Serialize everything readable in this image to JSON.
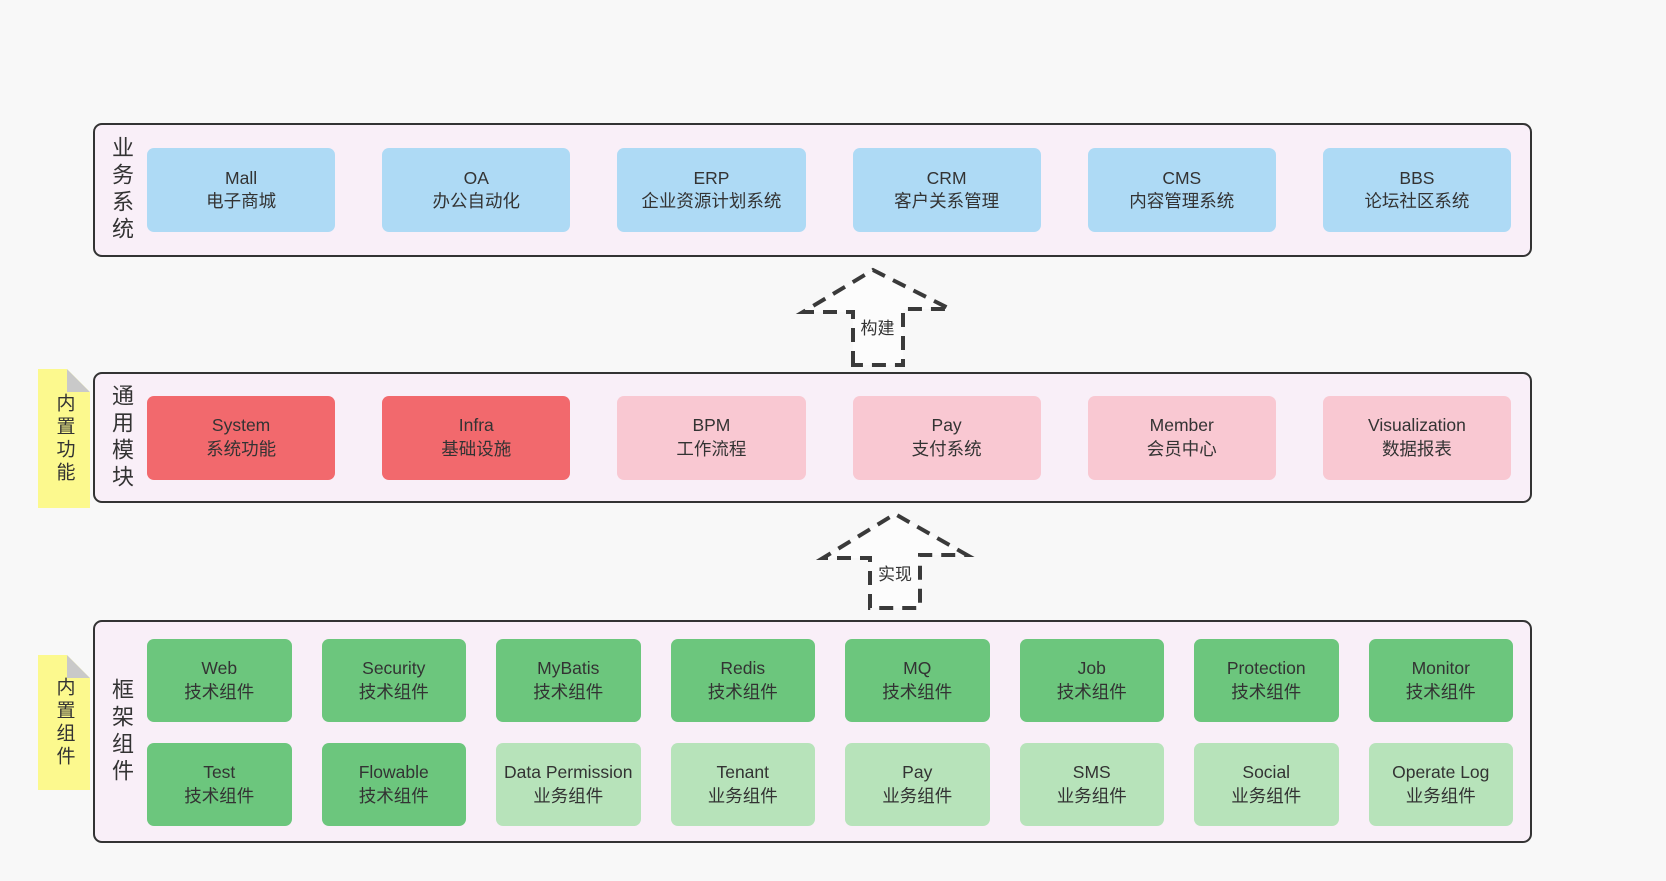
{
  "colors": {
    "page-bg": "#f8f8f8",
    "container-bg": "#f9eff8",
    "container-border": "#333333",
    "text": "#333333",
    "blue": "#aedaf5",
    "red": "#f2696d",
    "pink": "#f9c8d2",
    "green": "#6cc67d",
    "green-light": "#b7e3ba",
    "sticky-yellow": "#fcf98e",
    "sticky-fold": "#c9c9c9",
    "arrow-stroke": "#3a3a3a",
    "arrow-fill": "#fcfcfc"
  },
  "layers": [
    {
      "label": "业务系统",
      "boxes": [
        {
          "title": "Mall",
          "subtitle": "电子商城",
          "variant": "blue"
        },
        {
          "title": "OA",
          "subtitle": "办公自动化",
          "variant": "blue"
        },
        {
          "title": "ERP",
          "subtitle": "企业资源计划系统",
          "variant": "blue"
        },
        {
          "title": "CRM",
          "subtitle": "客户关系管理",
          "variant": "blue"
        },
        {
          "title": "CMS",
          "subtitle": "内容管理系统",
          "variant": "blue"
        },
        {
          "title": "BBS",
          "subtitle": "论坛社区系统",
          "variant": "blue"
        }
      ]
    },
    {
      "label": "通用模块",
      "sticky": "内置功能",
      "boxes": [
        {
          "title": "System",
          "subtitle": "系统功能",
          "variant": "red"
        },
        {
          "title": "Infra",
          "subtitle": "基础设施",
          "variant": "red"
        },
        {
          "title": "BPM",
          "subtitle": "工作流程",
          "variant": "pink"
        },
        {
          "title": "Pay",
          "subtitle": "支付系统",
          "variant": "pink"
        },
        {
          "title": "Member",
          "subtitle": "会员中心",
          "variant": "pink"
        },
        {
          "title": "Visualization",
          "subtitle": "数据报表",
          "variant": "pink"
        }
      ]
    },
    {
      "label": "框架组件",
      "sticky": "内置组件",
      "boxes": [
        {
          "title": "Web",
          "subtitle": "技术组件",
          "variant": "green"
        },
        {
          "title": "Security",
          "subtitle": "技术组件",
          "variant": "green"
        },
        {
          "title": "MyBatis",
          "subtitle": "技术组件",
          "variant": "green"
        },
        {
          "title": "Redis",
          "subtitle": "技术组件",
          "variant": "green"
        },
        {
          "title": "MQ",
          "subtitle": "技术组件",
          "variant": "green"
        },
        {
          "title": "Job",
          "subtitle": "技术组件",
          "variant": "green"
        },
        {
          "title": "Protection",
          "subtitle": "技术组件",
          "variant": "green"
        },
        {
          "title": "Monitor",
          "subtitle": "技术组件",
          "variant": "green"
        },
        {
          "title": "Test",
          "subtitle": "技术组件",
          "variant": "green"
        },
        {
          "title": "Flowable",
          "subtitle": "技术组件",
          "variant": "green"
        },
        {
          "title": "Data Permission",
          "subtitle": "业务组件",
          "variant": "green-light"
        },
        {
          "title": "Tenant",
          "subtitle": "业务组件",
          "variant": "green-light"
        },
        {
          "title": "Pay",
          "subtitle": "业务组件",
          "variant": "green-light"
        },
        {
          "title": "SMS",
          "subtitle": "业务组件",
          "variant": "green-light"
        },
        {
          "title": "Social",
          "subtitle": "业务组件",
          "variant": "green-light"
        },
        {
          "title": "Operate Log",
          "subtitle": "业务组件",
          "variant": "green-light"
        }
      ]
    }
  ],
  "arrows": [
    {
      "label": "构建"
    },
    {
      "label": "实现"
    }
  ]
}
